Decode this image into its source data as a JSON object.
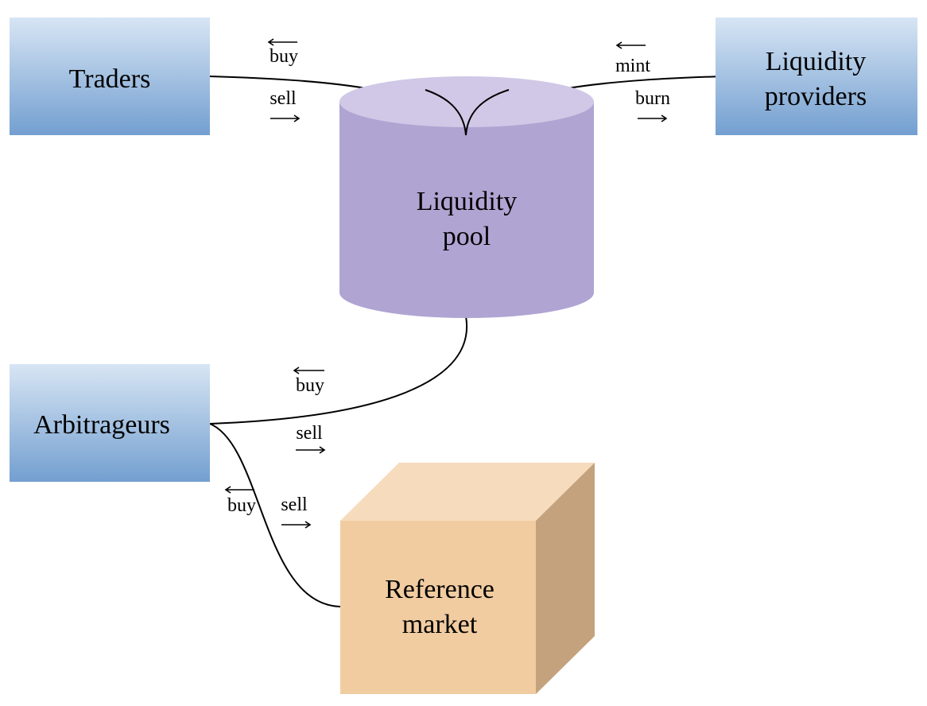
{
  "nodes": {
    "traders": {
      "label": "Traders"
    },
    "liquidity_providers": {
      "line1": "Liquidity",
      "line2": "providers"
    },
    "liquidity_pool": {
      "line1": "Liquidity",
      "line2": "pool"
    },
    "arbitrageurs": {
      "label": "Arbitrageurs"
    },
    "reference_market": {
      "line1": "Reference",
      "line2": "market"
    }
  },
  "edges": {
    "traders_pool": {
      "top": "buy",
      "bottom": "sell"
    },
    "providers_pool": {
      "top": "mint",
      "bottom": "burn"
    },
    "arbitrageurs_pool": {
      "top": "buy",
      "bottom": "sell"
    },
    "arbitrageurs_market": {
      "left": "buy",
      "right": "sell"
    }
  },
  "colors": {
    "box_top": "#d7e5f4",
    "box_bottom": "#739fd0",
    "cylinder_body": "#b0a4d3",
    "cylinder_top": "#d0c8e6",
    "cube_front": "#f1cca0",
    "cube_top": "#f6dbbc",
    "cube_side": "#c3a27d",
    "line": "#000000"
  }
}
